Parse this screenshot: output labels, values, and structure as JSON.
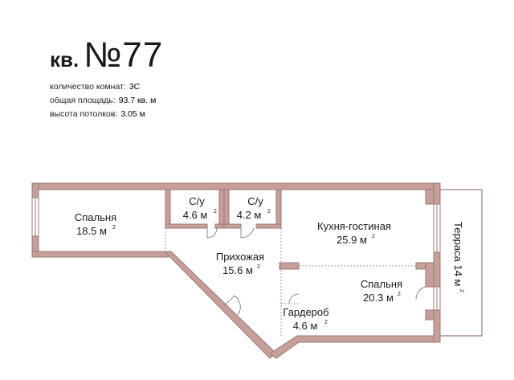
{
  "apartment": {
    "prefix": "кв.",
    "number": "№77",
    "info": [
      {
        "label": "количество комнат:",
        "value": "3С"
      },
      {
        "label": "общая площадь:",
        "value": "93.7 кв. м"
      },
      {
        "label": "высота потолков:",
        "value": "3.05 м"
      }
    ]
  },
  "colors": {
    "wall": "#c69f98",
    "wall_stroke": "#9b7a74",
    "terrace": "#9b7a74",
    "text": "#1a1a1a"
  },
  "rooms": [
    {
      "id": "bedroom1",
      "name": "Спальня",
      "area": "18.5 м",
      "sup": "2"
    },
    {
      "id": "bath1",
      "name": "С/у",
      "area": "4.6 м",
      "sup": "2"
    },
    {
      "id": "bath2",
      "name": "С/у",
      "area": "4.2 м",
      "sup": "2"
    },
    {
      "id": "kitchen",
      "name": "Кухня-гостиная",
      "area": "25.9 м",
      "sup": "2"
    },
    {
      "id": "hall",
      "name": "Прихожая",
      "area": "15.6 м",
      "sup": "2"
    },
    {
      "id": "bedroom2",
      "name": "Спальня",
      "area": "20.3 м",
      "sup": "2"
    },
    {
      "id": "wardrobe",
      "name": "Гардероб",
      "area": "4.6 м",
      "sup": "2"
    },
    {
      "id": "terrace",
      "name": "Терраса 14 м",
      "sup": "2"
    }
  ]
}
